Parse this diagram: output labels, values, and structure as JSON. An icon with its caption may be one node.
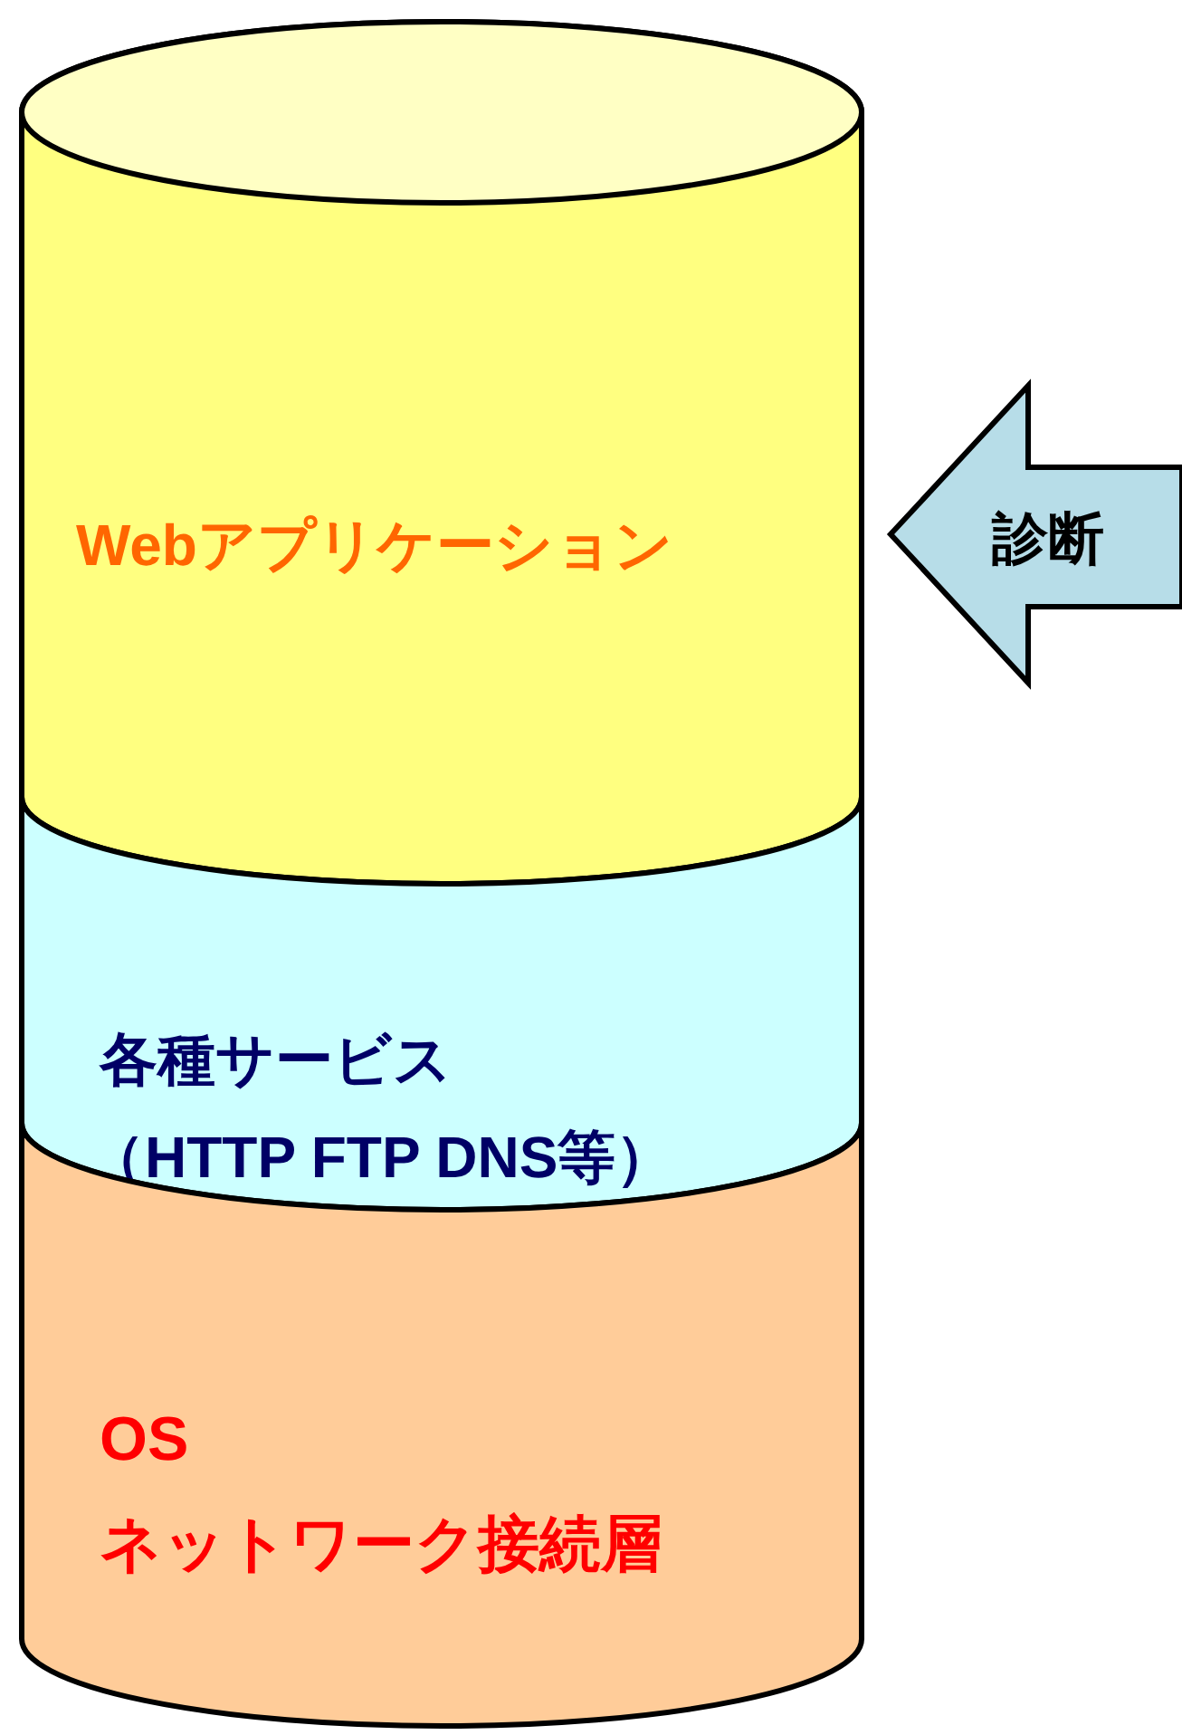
{
  "diagram": {
    "nodes": [
      {
        "text": [
          "Webアプリケーション"
        ]
      },
      {
        "text": [
          "各種サービス",
          "（HTTP FTP DNS等）"
        ]
      },
      {
        "text": [
          "OS",
          "ネットワーク接続層"
        ]
      },
      {
        "text": [
          "診断"
        ]
      }
    ]
  }
}
